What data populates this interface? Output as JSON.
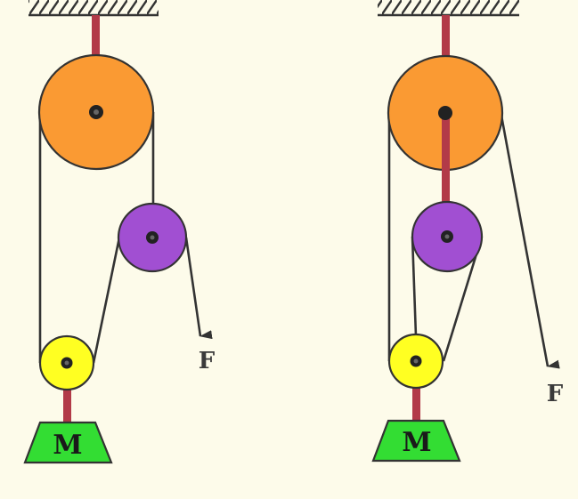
{
  "diagrams": [
    {
      "mass_label": "M",
      "force_label": "F"
    },
    {
      "mass_label": "M",
      "force_label": "F"
    }
  ],
  "colors": {
    "background": "#FDFBEA",
    "large_pulley": "#FA9A33",
    "middle_pulley": "#A14FD2",
    "small_pulley": "#FFFF22",
    "mass_block": "#33DD33",
    "hanger_rod": "#B23A48",
    "rope": "#333333",
    "ceiling": "#333333"
  }
}
